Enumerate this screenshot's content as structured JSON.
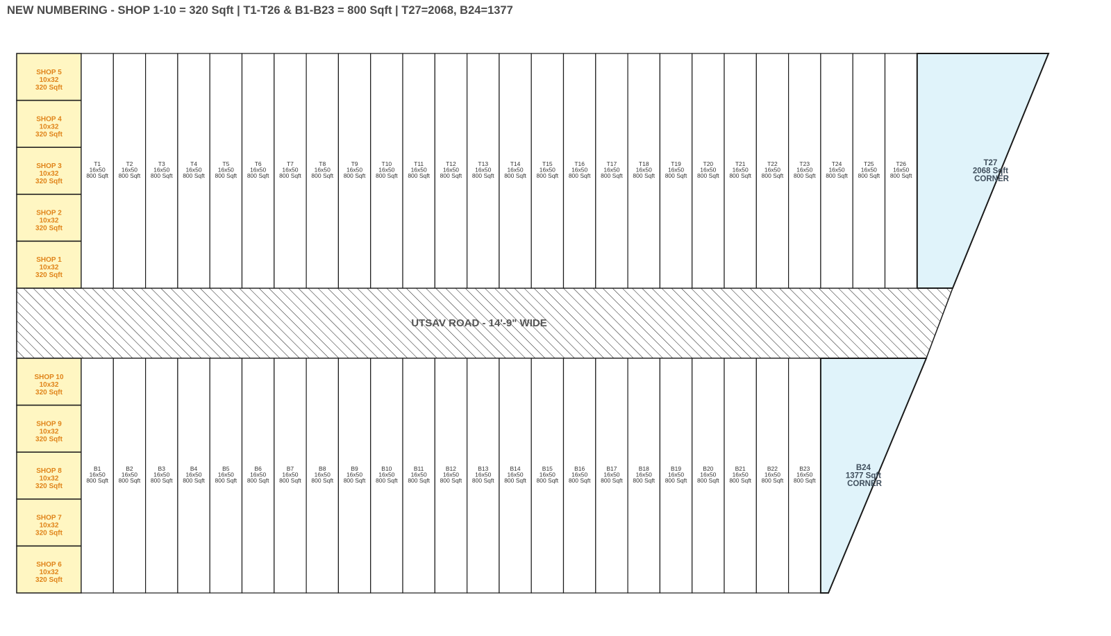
{
  "title": "NEW NUMBERING - SHOP 1-10 = 320 Sqft | T1-T26 & B1-B23 = 800 Sqft | T27=2068, B24=1377",
  "colors": {
    "shop_fill": "#fff6c2",
    "shop_text": "#e0841a",
    "corner_fill": "#e0f3fa",
    "corner_text": "#3f4e5c",
    "line": "#1a1a1a",
    "unit_text": "#333333"
  },
  "road": {
    "label": "UTSAV ROAD - 14'-9\" WIDE"
  },
  "shops_top": [
    {
      "name": "SHOP 5",
      "size": "10x32",
      "area": "320 Sqft"
    },
    {
      "name": "SHOP 4",
      "size": "10x32",
      "area": "320 Sqft"
    },
    {
      "name": "SHOP 3",
      "size": "10x32",
      "area": "320 Sqft"
    },
    {
      "name": "SHOP 2",
      "size": "10x32",
      "area": "320 Sqft"
    },
    {
      "name": "SHOP 1",
      "size": "10x32",
      "area": "320 Sqft"
    }
  ],
  "shops_bottom": [
    {
      "name": "SHOP 10",
      "size": "10x32",
      "area": "320 Sqft"
    },
    {
      "name": "SHOP 9",
      "size": "10x32",
      "area": "320 Sqft"
    },
    {
      "name": "SHOP 8",
      "size": "10x32",
      "area": "320 Sqft"
    },
    {
      "name": "SHOP 7",
      "size": "10x32",
      "area": "320 Sqft"
    },
    {
      "name": "SHOP 6",
      "size": "10x32",
      "area": "320 Sqft"
    }
  ],
  "units_top": [
    {
      "name": "T1",
      "size": "16x50",
      "area": "800 Sqft"
    },
    {
      "name": "T2",
      "size": "16x50",
      "area": "800 Sqft"
    },
    {
      "name": "T3",
      "size": "16x50",
      "area": "800 Sqft"
    },
    {
      "name": "T4",
      "size": "16x50",
      "area": "800 Sqft"
    },
    {
      "name": "T5",
      "size": "16x50",
      "area": "800 Sqft"
    },
    {
      "name": "T6",
      "size": "16x50",
      "area": "800 Sqft"
    },
    {
      "name": "T7",
      "size": "16x50",
      "area": "800 Sqft"
    },
    {
      "name": "T8",
      "size": "16x50",
      "area": "800 Sqft"
    },
    {
      "name": "T9",
      "size": "16x50",
      "area": "800 Sqft"
    },
    {
      "name": "T10",
      "size": "16x50",
      "area": "800 Sqft"
    },
    {
      "name": "T11",
      "size": "16x50",
      "area": "800 Sqft"
    },
    {
      "name": "T12",
      "size": "16x50",
      "area": "800 Sqft"
    },
    {
      "name": "T13",
      "size": "16x50",
      "area": "800 Sqft"
    },
    {
      "name": "T14",
      "size": "16x50",
      "area": "800 Sqft"
    },
    {
      "name": "T15",
      "size": "16x50",
      "area": "800 Sqft"
    },
    {
      "name": "T16",
      "size": "16x50",
      "area": "800 Sqft"
    },
    {
      "name": "T17",
      "size": "16x50",
      "area": "800 Sqft"
    },
    {
      "name": "T18",
      "size": "16x50",
      "area": "800 Sqft"
    },
    {
      "name": "T19",
      "size": "16x50",
      "area": "800 Sqft"
    },
    {
      "name": "T20",
      "size": "16x50",
      "area": "800 Sqft"
    },
    {
      "name": "T21",
      "size": "16x50",
      "area": "800 Sqft"
    },
    {
      "name": "T22",
      "size": "16x50",
      "area": "800 Sqft"
    },
    {
      "name": "T23",
      "size": "16x50",
      "area": "800 Sqft"
    },
    {
      "name": "T24",
      "size": "16x50",
      "area": "800 Sqft"
    },
    {
      "name": "T25",
      "size": "16x50",
      "area": "800 Sqft"
    },
    {
      "name": "T26",
      "size": "16x50",
      "area": "800 Sqft"
    }
  ],
  "units_bottom": [
    {
      "name": "B1",
      "size": "16x50",
      "area": "800 Sqft"
    },
    {
      "name": "B2",
      "size": "16x50",
      "area": "800 Sqft"
    },
    {
      "name": "B3",
      "size": "16x50",
      "area": "800 Sqft"
    },
    {
      "name": "B4",
      "size": "16x50",
      "area": "800 Sqft"
    },
    {
      "name": "B5",
      "size": "16x50",
      "area": "800 Sqft"
    },
    {
      "name": "B6",
      "size": "16x50",
      "area": "800 Sqft"
    },
    {
      "name": "B7",
      "size": "16x50",
      "area": "800 Sqft"
    },
    {
      "name": "B8",
      "size": "16x50",
      "area": "800 Sqft"
    },
    {
      "name": "B9",
      "size": "16x50",
      "area": "800 Sqft"
    },
    {
      "name": "B10",
      "size": "16x50",
      "area": "800 Sqft"
    },
    {
      "name": "B11",
      "size": "16x50",
      "area": "800 Sqft"
    },
    {
      "name": "B12",
      "size": "16x50",
      "area": "800 Sqft"
    },
    {
      "name": "B13",
      "size": "16x50",
      "area": "800 Sqft"
    },
    {
      "name": "B14",
      "size": "16x50",
      "area": "800 Sqft"
    },
    {
      "name": "B15",
      "size": "16x50",
      "area": "800 Sqft"
    },
    {
      "name": "B16",
      "size": "16x50",
      "area": "800 Sqft"
    },
    {
      "name": "B17",
      "size": "16x50",
      "area": "800 Sqft"
    },
    {
      "name": "B18",
      "size": "16x50",
      "area": "800 Sqft"
    },
    {
      "name": "B19",
      "size": "16x50",
      "area": "800 Sqft"
    },
    {
      "name": "B20",
      "size": "16x50",
      "area": "800 Sqft"
    },
    {
      "name": "B21",
      "size": "16x50",
      "area": "800 Sqft"
    },
    {
      "name": "B22",
      "size": "16x50",
      "area": "800 Sqft"
    },
    {
      "name": "B23",
      "size": "16x50",
      "area": "800 Sqft"
    }
  ],
  "corner_top": {
    "name": "T27",
    "area": "2068 Sqft",
    "note": "CORNER"
  },
  "corner_bottom": {
    "name": "B24",
    "area": "1377 Sqft",
    "note": "CORNER"
  }
}
